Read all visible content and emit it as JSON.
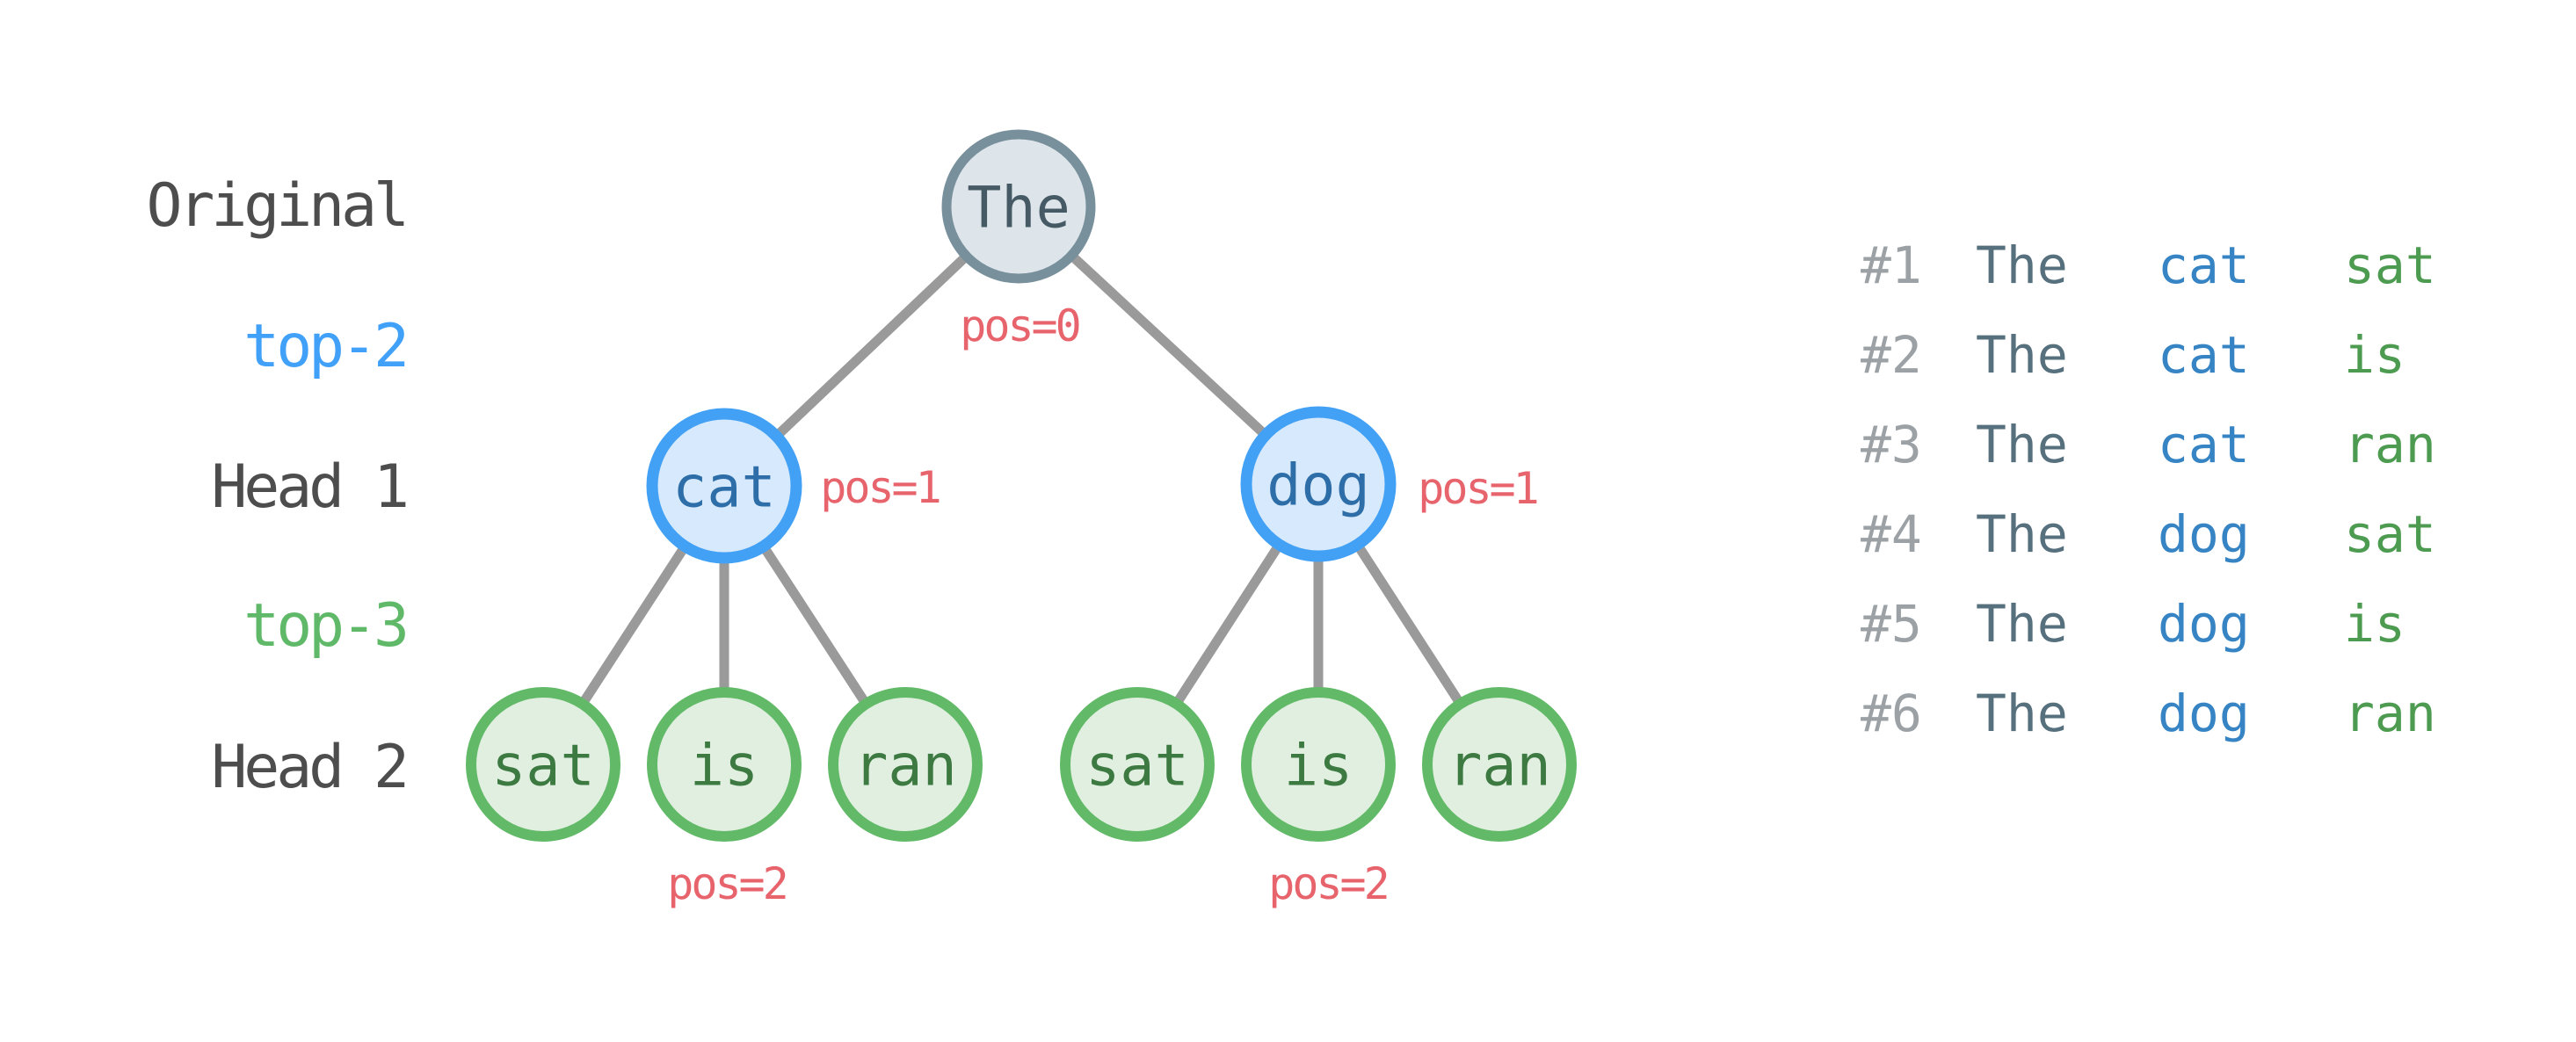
{
  "palette": {
    "edge": "#9a9a9a",
    "root-border": "#78909c",
    "root-fill": "#dee5ea",
    "root-text": "#455a64",
    "blue-border": "#42a1f5",
    "blue-fill": "#d7e9fc",
    "blue-text": "#2d6ea8",
    "green-border": "#62ba68",
    "green-fill": "#e1efe0",
    "green-text": "#3d7a42",
    "pos-red": "#e8646d",
    "label-dark": "#4d4d4d",
    "label-blue": "#41a1f8",
    "label-green": "#5fb968",
    "seq-rank": "#9ca1a5",
    "seq-first": "#57707e",
    "seq-second": "#3684c4",
    "seq-third": "#4c9b50",
    "bg": "#ffffff"
  },
  "row_labels": {
    "original": "Original",
    "top2": "top-2",
    "head1": "Head 1",
    "top3": "top-3",
    "head2": "Head 2"
  },
  "tree": {
    "root": {
      "label": "The"
    },
    "level1": [
      {
        "label": "cat"
      },
      {
        "label": "dog"
      }
    ],
    "level2": [
      {
        "label": "sat"
      },
      {
        "label": "is"
      },
      {
        "label": "ran"
      },
      {
        "label": "sat"
      },
      {
        "label": "is"
      },
      {
        "label": "ran"
      }
    ],
    "pos_labels": {
      "root": "pos=0",
      "left_head1": "pos=1",
      "right_head1": "pos=1",
      "left_head2": "pos=2",
      "right_head2": "pos=2"
    }
  },
  "sequences": [
    {
      "rank": "#1",
      "w1": "The",
      "w2": "cat",
      "w3": "sat"
    },
    {
      "rank": "#2",
      "w1": "The",
      "w2": "cat",
      "w3": "is"
    },
    {
      "rank": "#3",
      "w1": "The",
      "w2": "cat",
      "w3": "ran"
    },
    {
      "rank": "#4",
      "w1": "The",
      "w2": "dog",
      "w3": "sat"
    },
    {
      "rank": "#5",
      "w1": "The",
      "w2": "dog",
      "w3": "is"
    },
    {
      "rank": "#6",
      "w1": "The",
      "w2": "dog",
      "w3": "ran"
    }
  ]
}
